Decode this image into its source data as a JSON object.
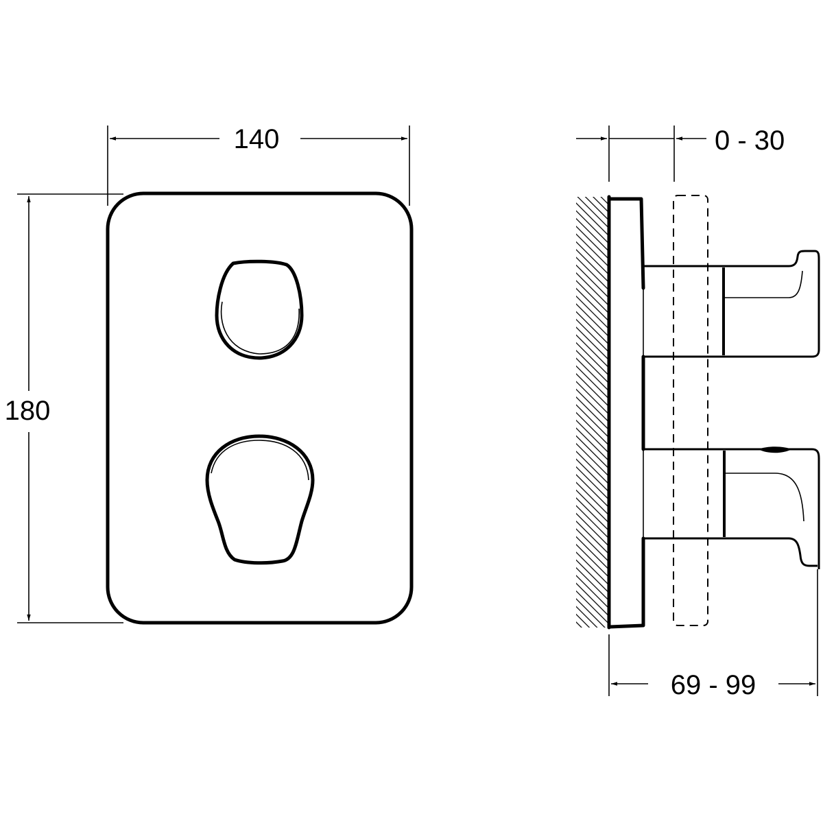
{
  "front_view": {
    "width_label": "140",
    "height_label": "180"
  },
  "side_view": {
    "offset_label": "0 - 30",
    "depth_label": "69 - 99"
  },
  "colors": {
    "line": "#000000",
    "background": "#ffffff"
  }
}
